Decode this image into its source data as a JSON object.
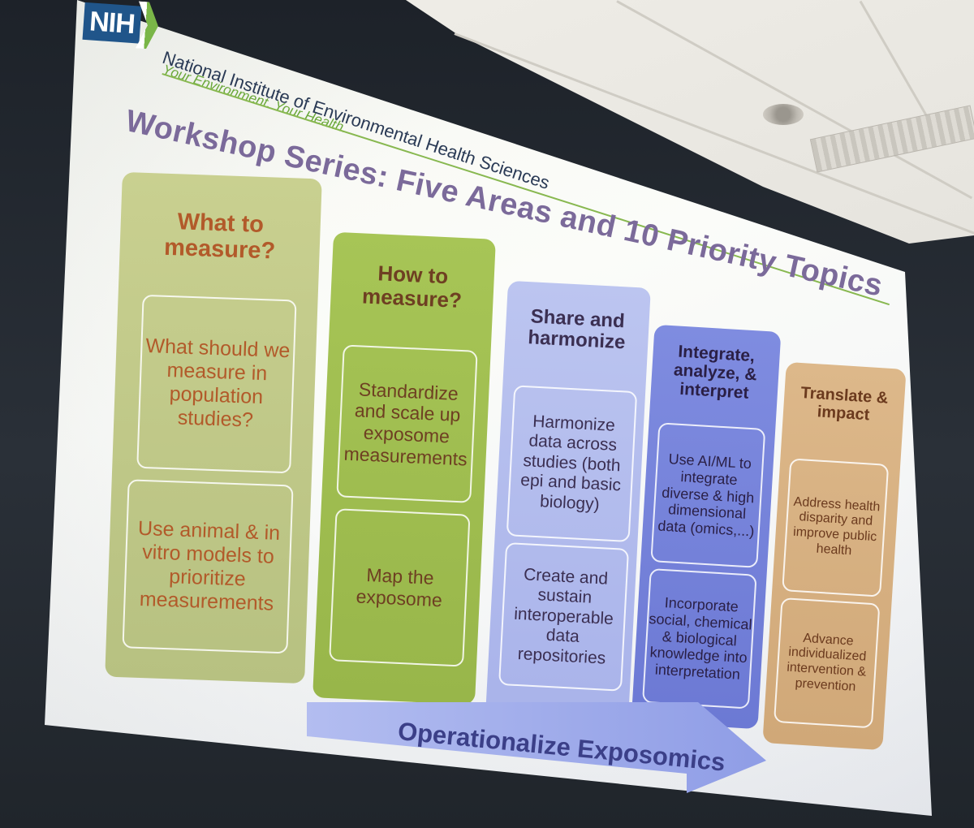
{
  "header": {
    "logo_text": "NIH",
    "institute": "National Institute of Environmental Health Sciences",
    "tagline": "Your Environment. Your Health."
  },
  "slide": {
    "title": "Workshop Series: Five Areas and 10 Priority Topics",
    "columns": [
      {
        "title": "What to measure?",
        "topics": [
          "What should we measure in population studies?",
          "Use animal & in vitro models to prioritize measurements"
        ]
      },
      {
        "title": "How to measure?",
        "topics": [
          "Standardize and scale up exposome measurements",
          "Map the exposome"
        ]
      },
      {
        "title": "Share and harmonize",
        "topics": [
          "Harmonize data across studies (both epi and basic biology)",
          "Create and sustain interoperable data repositories"
        ]
      },
      {
        "title": "Integrate, analyze, & interpret",
        "topics": [
          "Use AI/ML to integrate diverse & high dimensional data (omics,...)",
          "Incorporate social, chemical & biological knowledge into interpretation"
        ]
      },
      {
        "title": "Translate & impact",
        "topics": [
          "Address health disparity and improve public health",
          "Advance individualized intervention & prevention"
        ]
      }
    ],
    "arrow_label": "Operationalize Exposomics"
  },
  "colors": {
    "what_to_measure": "#c9d090",
    "how_to_measure": "#a7c556",
    "share_harmonize": "#bcc5f0",
    "integrate": "#7f8ce0",
    "translate": "#ddb88a",
    "title": "#7b6a9a"
  }
}
